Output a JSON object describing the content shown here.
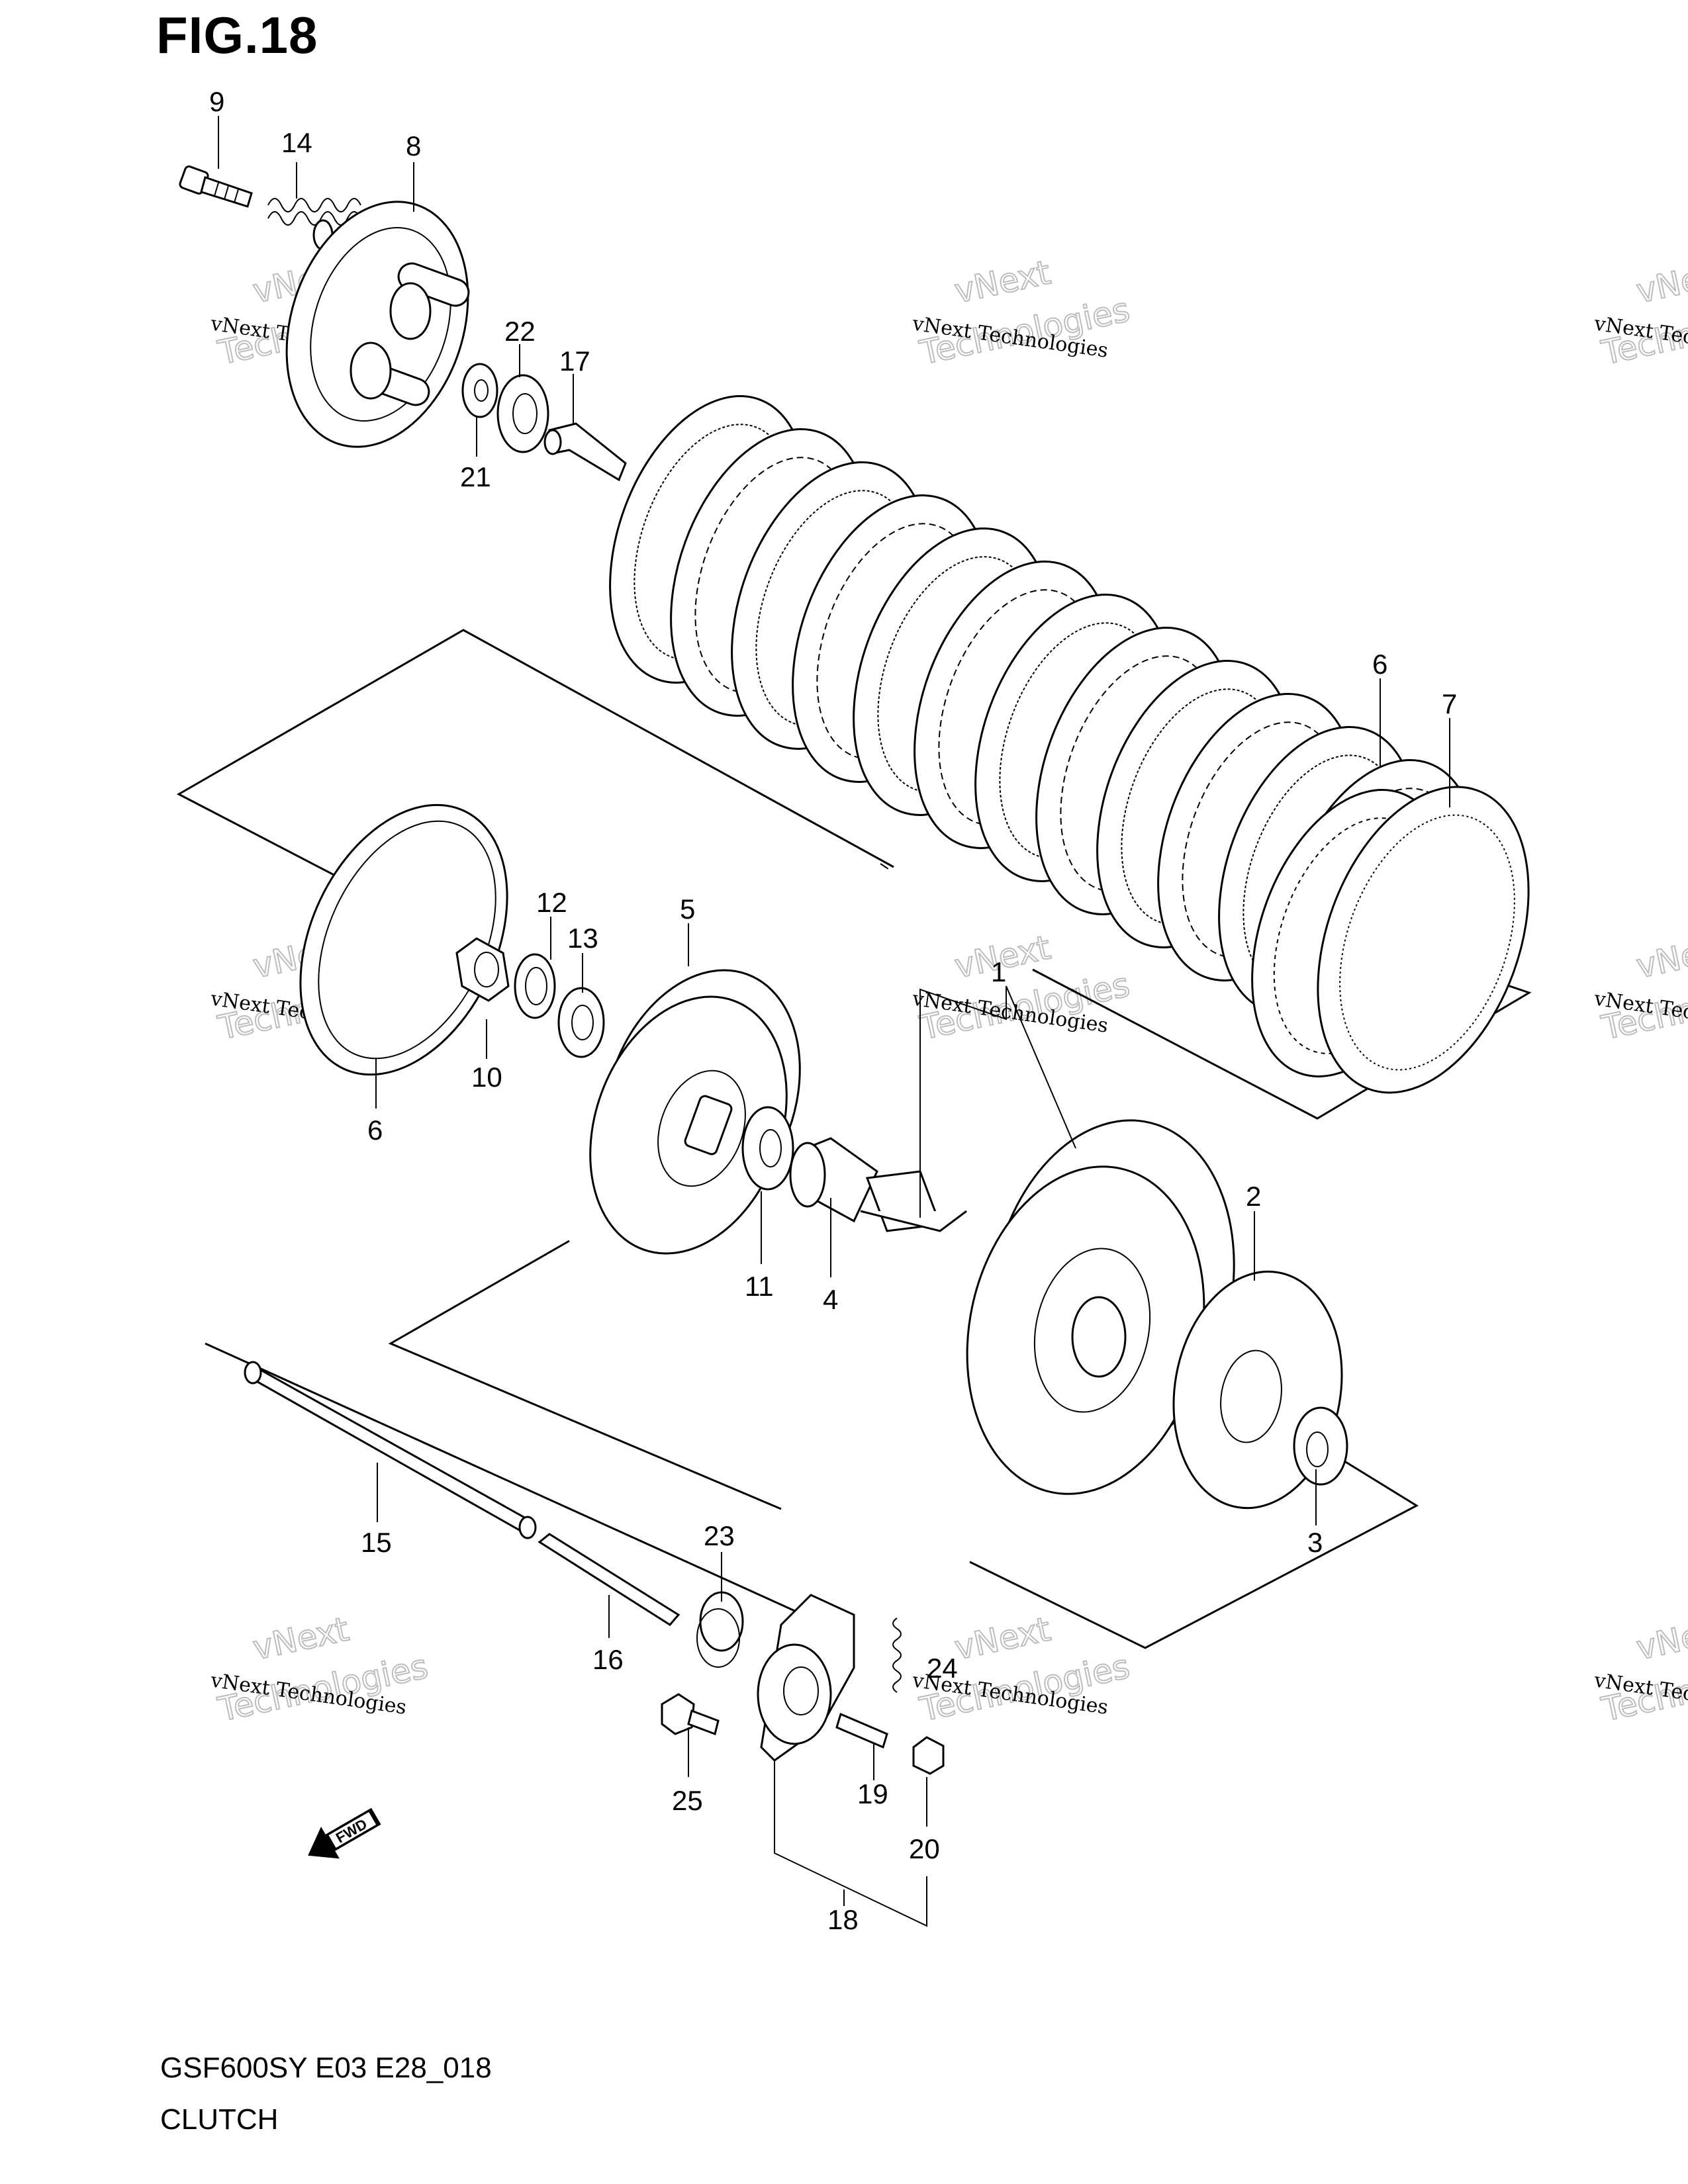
{
  "figure": {
    "title": "FIG.18",
    "footer_code": "GSF600SY E03 E28_018",
    "footer_name": "CLUTCH"
  },
  "watermark": {
    "line1": "vNext Technologies",
    "line2": "Technologies",
    "line3": "vNext"
  },
  "direction_marker": "FWD",
  "callouts": [
    "9",
    "14",
    "8",
    "22",
    "17",
    "21",
    "6",
    "7",
    "12",
    "13",
    "5",
    "1",
    "10",
    "6",
    "11",
    "4",
    "2",
    "3",
    "15",
    "23",
    "16",
    "24",
    "25",
    "19",
    "20",
    "18"
  ]
}
